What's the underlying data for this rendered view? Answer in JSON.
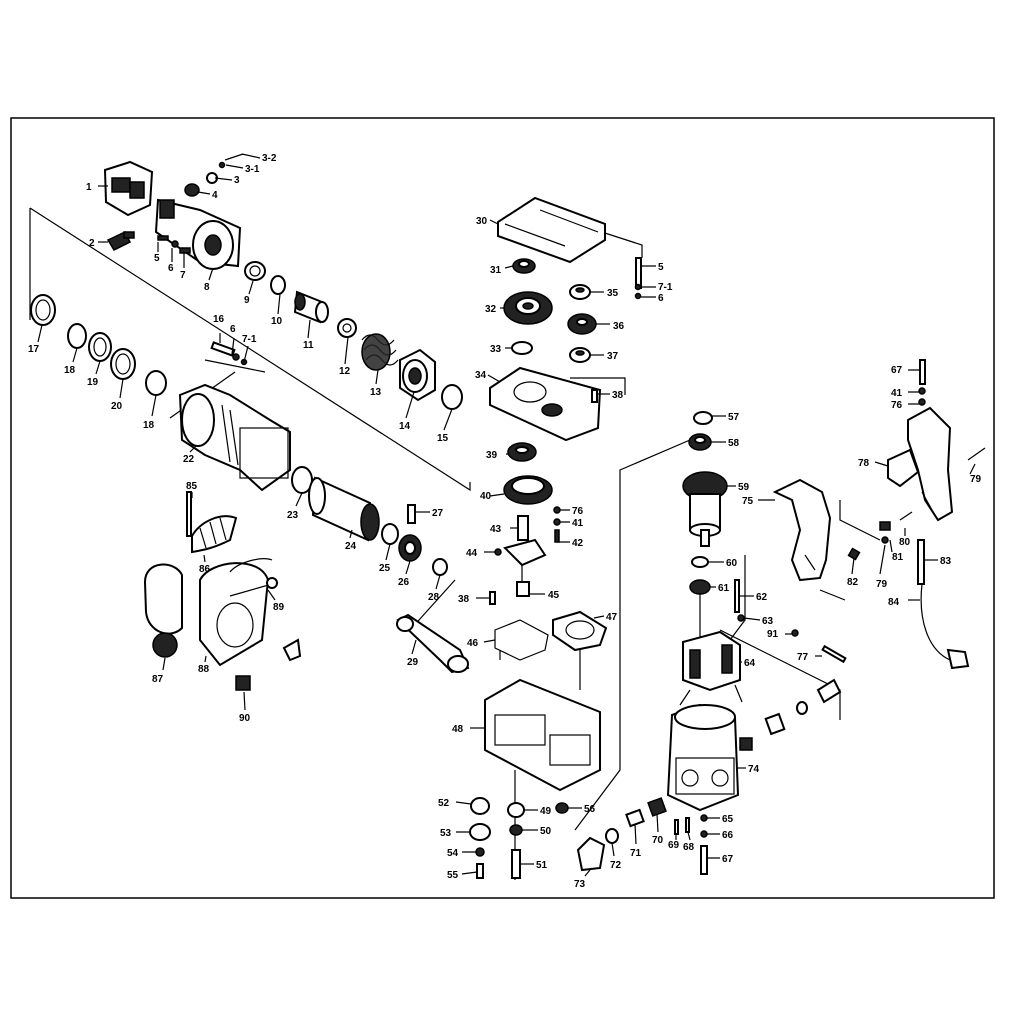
{
  "diagram": {
    "frame_color": "#000000",
    "part_numbers": [
      "1",
      "2",
      "3",
      "3-1",
      "3-2",
      "4",
      "5",
      "6",
      "7",
      "8",
      "9",
      "10",
      "11",
      "12",
      "13",
      "14",
      "15",
      "16",
      "6",
      "7-1",
      "17",
      "18",
      "19",
      "20",
      "18",
      "22",
      "23",
      "24",
      "25",
      "26",
      "28",
      "27",
      "29",
      "30",
      "31",
      "32",
      "33",
      "34",
      "35",
      "36",
      "37",
      "38",
      "5",
      "7-1",
      "6",
      "39",
      "40",
      "76",
      "41",
      "42",
      "43",
      "44",
      "45",
      "38",
      "46",
      "47",
      "48",
      "49",
      "50",
      "51",
      "52",
      "53",
      "54",
      "55",
      "56",
      "57",
      "58",
      "59",
      "60",
      "61",
      "62",
      "63",
      "64",
      "74",
      "65",
      "66",
      "67",
      "68",
      "69",
      "70",
      "71",
      "72",
      "73",
      "75",
      "78",
      "67",
      "41",
      "76",
      "79",
      "80",
      "81",
      "82",
      "79",
      "83",
      "84",
      "91",
      "77",
      "85",
      "86",
      "87",
      "88",
      "89",
      "90"
    ]
  }
}
